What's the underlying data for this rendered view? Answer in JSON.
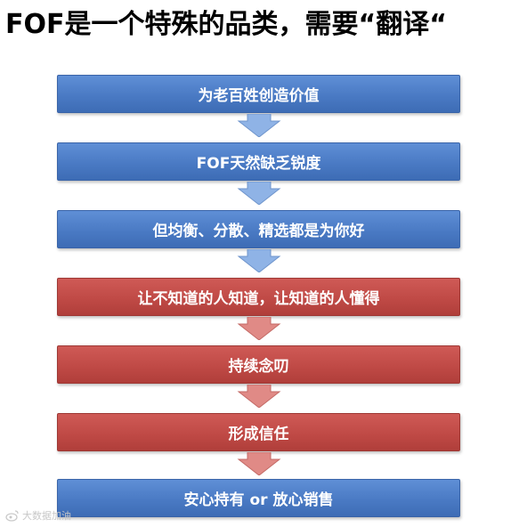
{
  "title": "FOF是一个特殊的品类，需要“翻译“",
  "steps": [
    {
      "label": "为老百姓创造价值",
      "color": "blue"
    },
    {
      "label": "FOF天然缺乏锐度",
      "color": "blue"
    },
    {
      "label": "但均衡、分散、精选都是为你好",
      "color": "blue"
    },
    {
      "label": "让不知道的人知道，让知道的人懂得",
      "color": "red"
    },
    {
      "label": "持续念叨",
      "color": "red"
    },
    {
      "label": "形成信任",
      "color": "red"
    },
    {
      "label": "安心持有 or 放心销售",
      "color": "blue"
    }
  ],
  "watermark": {
    "text": "大数据加油",
    "icon": "weibo-icon"
  },
  "colors": {
    "blue": "#4a7ac4",
    "red": "#c04a46",
    "arrow": "#4a7ac4"
  }
}
